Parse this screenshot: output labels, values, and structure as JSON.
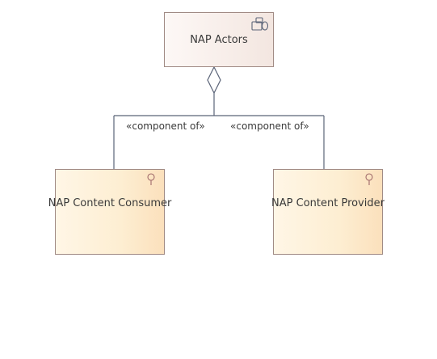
{
  "diagram": {
    "nodes": {
      "actors": {
        "label": "NAP Actors",
        "icon": "business-collaboration-icon"
      },
      "consumer": {
        "label": "NAP Content Consumer",
        "icon": "business-role-icon"
      },
      "provider": {
        "label": "NAP Content Provider",
        "icon": "business-role-icon"
      }
    },
    "edges": [
      {
        "from": "NAP Content Consumer",
        "to": "NAP Actors",
        "type": "aggregation",
        "label": "«component of»"
      },
      {
        "from": "NAP Content Provider",
        "to": "NAP Actors",
        "type": "aggregation",
        "label": "«component of»"
      }
    ],
    "colors": {
      "connector": "#5b6478",
      "node_border": "#a08a84",
      "actors_fill": "#f3e6e0",
      "role_fill": "#fdeed2"
    }
  }
}
